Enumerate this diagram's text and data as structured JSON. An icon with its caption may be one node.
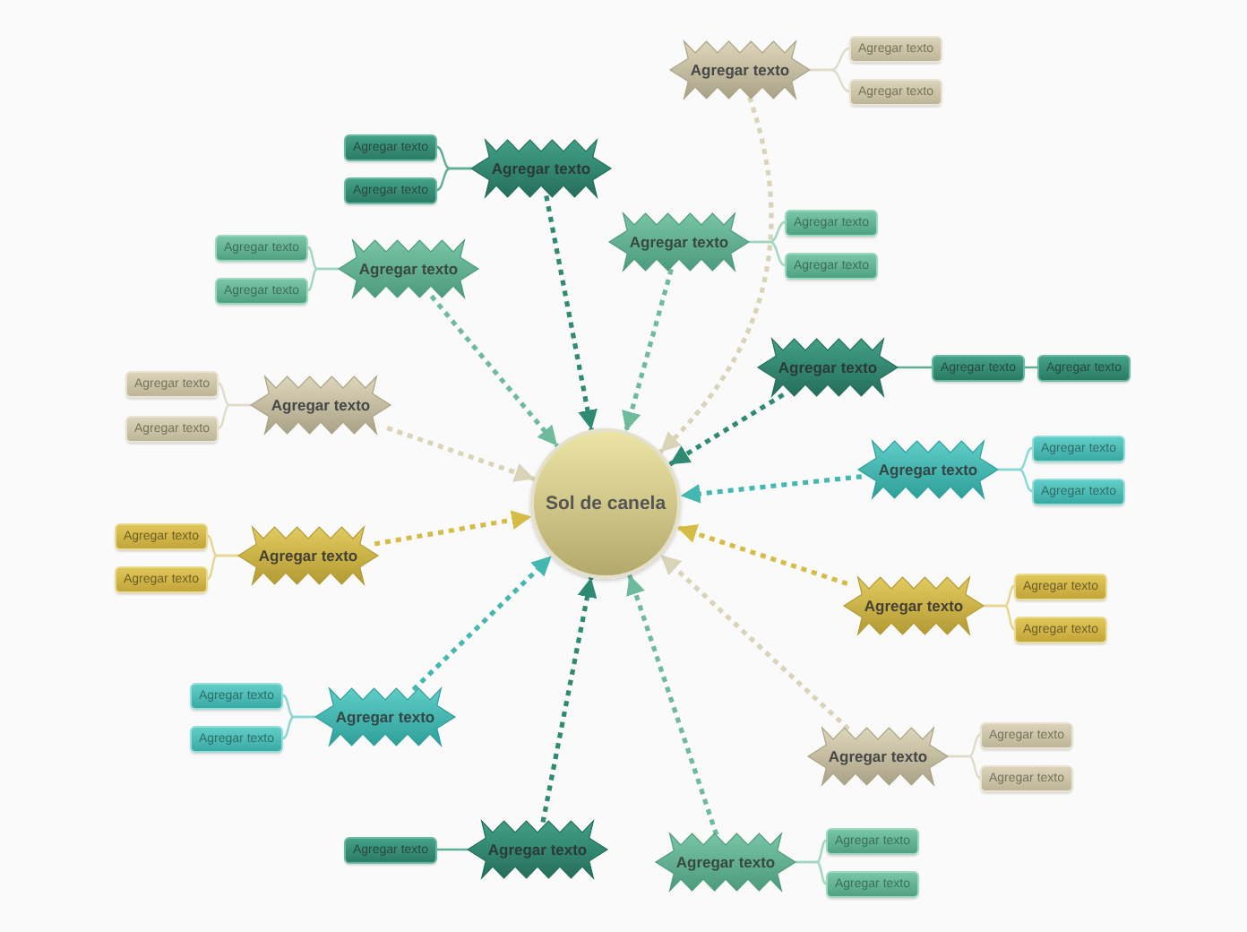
{
  "diagram": {
    "nodes": [
      {
        "text": [
          "Sol de canela"
        ]
      },
      {
        "text": [
          "Agregar texto"
        ]
      },
      {
        "text": [
          "Agregar texto"
        ]
      },
      {
        "text": [
          "Agregar texto"
        ]
      },
      {
        "text": [
          "Agregar texto"
        ]
      },
      {
        "text": [
          "Agregar texto"
        ]
      },
      {
        "text": [
          "Agregar texto"
        ]
      },
      {
        "text": [
          "Agregar texto"
        ]
      },
      {
        "text": [
          "Agregar texto"
        ]
      },
      {
        "text": [
          "Agregar texto"
        ]
      },
      {
        "text": [
          "Agregar texto"
        ]
      },
      {
        "text": [
          "Agregar texto"
        ]
      },
      {
        "text": [
          "Agregar texto"
        ]
      },
      {
        "text": [
          "Agregar texto"
        ]
      },
      {
        "text": [
          "Agregar texto"
        ]
      },
      {
        "text": [
          "Agregar texto"
        ]
      },
      {
        "text": [
          "Agregar texto"
        ]
      },
      {
        "text": [
          "Agregar texto"
        ]
      },
      {
        "text": [
          "Agregar texto"
        ]
      },
      {
        "text": [
          "Agregar texto"
        ]
      },
      {
        "text": [
          "Agregar texto"
        ]
      },
      {
        "text": [
          "Agregar texto"
        ]
      },
      {
        "text": [
          "Agregar texto"
        ]
      },
      {
        "text": [
          "Agregar texto"
        ]
      },
      {
        "text": [
          "Agregar texto"
        ]
      },
      {
        "text": [
          "Agregar texto"
        ]
      },
      {
        "text": [
          "Agregar texto"
        ]
      },
      {
        "text": [
          "Agregar texto"
        ]
      },
      {
        "text": [
          "Agregar texto"
        ]
      },
      {
        "text": [
          "Agregar texto"
        ]
      },
      {
        "text": [
          "Agregar texto"
        ]
      },
      {
        "text": [
          "Agregar texto"
        ]
      },
      {
        "text": [
          "Agregar texto"
        ]
      },
      {
        "text": [
          "Agregar texto"
        ]
      },
      {
        "text": [
          "Agregar texto"
        ]
      },
      {
        "text": [
          "Agregar texto"
        ]
      },
      {
        "text": [
          "Agregar texto"
        ]
      },
      {
        "text": [
          "Agregar texto"
        ]
      },
      {
        "text": [
          "Agregar texto"
        ]
      }
    ],
    "edges": [
      {
        "from": 1,
        "to": 0,
        "arrow": "to",
        "style": "dashed",
        "color": "#d9d3b8"
      },
      {
        "from": 1,
        "to": 2,
        "arrow": "none",
        "color": "#e0dccb"
      },
      {
        "from": 1,
        "to": 3,
        "arrow": "none",
        "color": "#e0dccb"
      },
      {
        "from": 4,
        "to": 0,
        "arrow": "to",
        "style": "dashed",
        "color": "#2e8a72"
      },
      {
        "from": 4,
        "to": 5,
        "arrow": "none",
        "color": "#5fae97"
      },
      {
        "from": 4,
        "to": 6,
        "arrow": "none",
        "color": "#5fae97"
      },
      {
        "from": 7,
        "to": 0,
        "arrow": "to",
        "style": "dashed",
        "color": "#6dbb9c"
      },
      {
        "from": 7,
        "to": 8,
        "arrow": "none",
        "color": "#a3d6c1"
      },
      {
        "from": 7,
        "to": 9,
        "arrow": "none",
        "color": "#a3d6c1"
      },
      {
        "from": 10,
        "to": 0,
        "arrow": "to",
        "style": "dashed",
        "color": "#6dbb9c"
      },
      {
        "from": 10,
        "to": 11,
        "arrow": "none",
        "color": "#a3d6c1"
      },
      {
        "from": 10,
        "to": 12,
        "arrow": "none",
        "color": "#a3d6c1"
      },
      {
        "from": 13,
        "to": 0,
        "arrow": "to",
        "style": "dashed",
        "color": "#2e8a72"
      },
      {
        "from": 13,
        "to": 14,
        "arrow": "none",
        "color": "#5fae97"
      },
      {
        "from": 14,
        "to": 15,
        "arrow": "none",
        "color": "#5fae97"
      },
      {
        "from": 16,
        "to": 0,
        "arrow": "to",
        "style": "dashed",
        "color": "#d9d3b8"
      },
      {
        "from": 16,
        "to": 17,
        "arrow": "none",
        "color": "#e0dccb"
      },
      {
        "from": 16,
        "to": 18,
        "arrow": "none",
        "color": "#e0dccb"
      },
      {
        "from": 19,
        "to": 0,
        "arrow": "to",
        "style": "dashed",
        "color": "#43b8b1"
      },
      {
        "from": 19,
        "to": 20,
        "arrow": "none",
        "color": "#8ad8d3"
      },
      {
        "from": 19,
        "to": 21,
        "arrow": "none",
        "color": "#8ad8d3"
      },
      {
        "from": 22,
        "to": 0,
        "arrow": "to",
        "style": "dashed",
        "color": "#d6bb45"
      },
      {
        "from": 22,
        "to": 23,
        "arrow": "none",
        "color": "#e3d68f"
      },
      {
        "from": 22,
        "to": 24,
        "arrow": "none",
        "color": "#e3d68f"
      },
      {
        "from": 25,
        "to": 0,
        "arrow": "to",
        "style": "dashed",
        "color": "#d6bb45"
      },
      {
        "from": 25,
        "to": 26,
        "arrow": "none",
        "color": "#e3d68f"
      },
      {
        "from": 25,
        "to": 27,
        "arrow": "none",
        "color": "#e3d68f"
      },
      {
        "from": 28,
        "to": 0,
        "arrow": "to",
        "style": "dashed",
        "color": "#43b8b1"
      },
      {
        "from": 28,
        "to": 29,
        "arrow": "none",
        "color": "#8ad8d3"
      },
      {
        "from": 28,
        "to": 30,
        "arrow": "none",
        "color": "#8ad8d3"
      },
      {
        "from": 31,
        "to": 0,
        "arrow": "to",
        "style": "dashed",
        "color": "#d9d3b8"
      },
      {
        "from": 31,
        "to": 32,
        "arrow": "none",
        "color": "#e0dccb"
      },
      {
        "from": 31,
        "to": 33,
        "arrow": "none",
        "color": "#e0dccb"
      },
      {
        "from": 34,
        "to": 0,
        "arrow": "to",
        "style": "dashed",
        "color": "#2e8a72"
      },
      {
        "from": 34,
        "to": 35,
        "arrow": "none",
        "color": "#5fae97"
      },
      {
        "from": 36,
        "to": 0,
        "arrow": "to",
        "style": "dashed",
        "color": "#6dbb9c"
      },
      {
        "from": 36,
        "to": 37,
        "arrow": "none",
        "color": "#a3d6c1"
      },
      {
        "from": 36,
        "to": 38,
        "arrow": "none",
        "color": "#a3d6c1"
      }
    ]
  }
}
